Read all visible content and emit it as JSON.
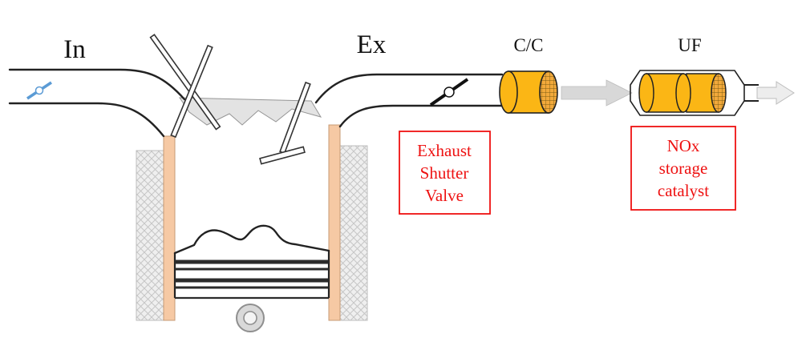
{
  "labels": {
    "intake": "In",
    "exhaust": "Ex",
    "close_coupled_catalyst": "C/C",
    "underfloor_catalyst": "UF"
  },
  "callouts": {
    "shutter_valve": {
      "lines": [
        "Exhaust",
        "Shutter",
        "Valve"
      ]
    },
    "nox_catalyst": {
      "lines": [
        "NOx",
        "storage",
        "catalyst"
      ]
    }
  },
  "colors": {
    "catalyst_yellow": "#FBB615",
    "callout_red": "#EE1111",
    "liner_peach": "#F6C9A4",
    "arrow_gray": "#D8D8D8",
    "arrow_gray_light": "#EDEDED",
    "valve_blue": "#5B9BD5",
    "chamber_gray": "#E0E0E0",
    "pin_gray": "#D9D9D9"
  }
}
